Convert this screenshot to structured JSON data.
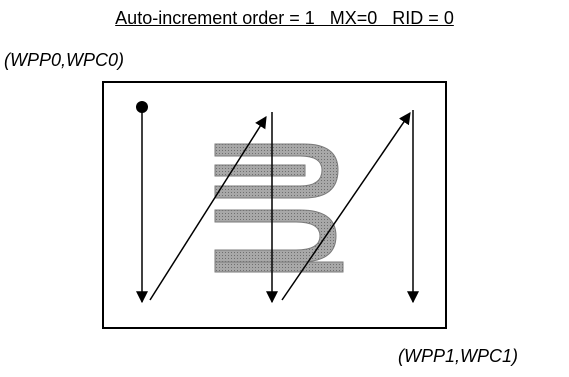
{
  "title": "Auto-increment order = 1   MX=0   RID = 0",
  "start_coordinate": "(WPP0,WPC0)",
  "end_coordinate": "(WPP1,WPC1)",
  "colors": {
    "ink": "#000000",
    "glyph_fill": "#9a9a9a",
    "glyph_shadow": "#5a5a5a"
  }
}
